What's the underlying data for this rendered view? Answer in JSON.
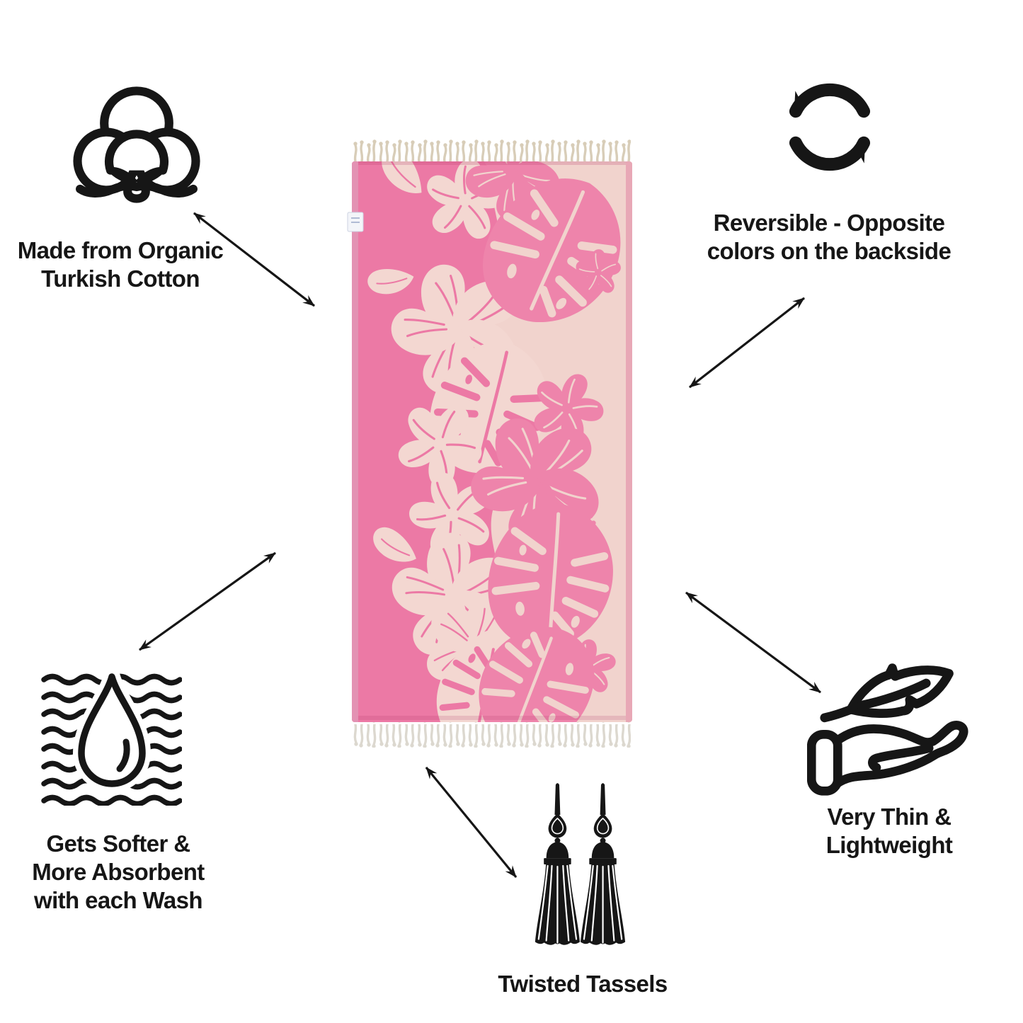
{
  "features": [
    {
      "id": "organic-cotton",
      "icon": "cotton-boll-icon",
      "lines": [
        "Made from Organic",
        "Turkish Cotton"
      ]
    },
    {
      "id": "reversible",
      "icon": "reversible-arrows-icon",
      "lines": [
        "Reversible - Opposite",
        "colors on the backside"
      ]
    },
    {
      "id": "soft-absorbent",
      "icon": "water-drop-waves-icon",
      "lines": [
        "Gets Softer &",
        "More Absorbent",
        "with each Wash"
      ]
    },
    {
      "id": "thin-lightweight",
      "icon": "feather-hand-icon",
      "lines": [
        "Very Thin &",
        "Lightweight"
      ]
    },
    {
      "id": "twisted-tassels",
      "icon": "twisted-tassels-icon",
      "lines": [
        "Twisted Tassels"
      ]
    }
  ],
  "colors": {
    "ink": "#161616",
    "towel_pink": "#ec79a5",
    "towel_cream": "#f1d3cd",
    "motif_pink": "#ee84ab",
    "motif_cream": "#f3d7d1",
    "selvage_left": "#e392b3",
    "selvage_right": "#e8a8b6",
    "fringe_top": "#d8cdb8",
    "fringe_bottom": "#dcd8cf",
    "tag": "#f3f5f9"
  }
}
